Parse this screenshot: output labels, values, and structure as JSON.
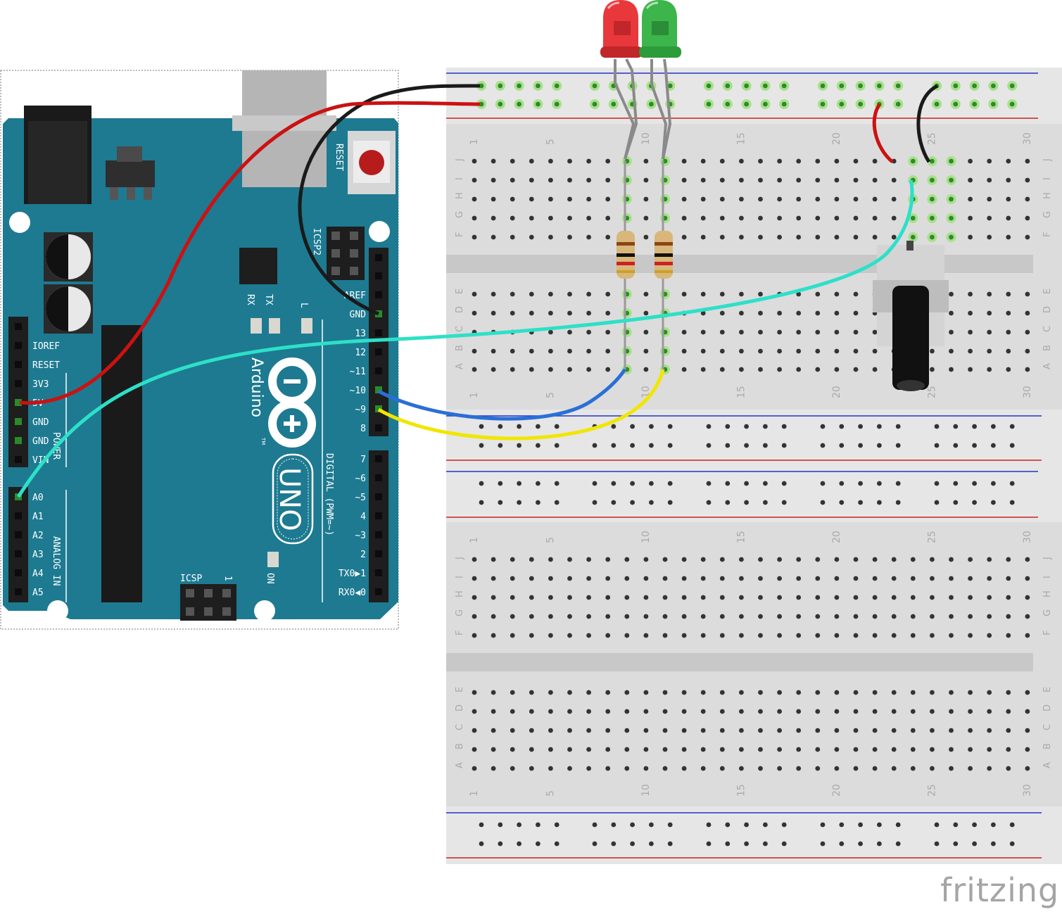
{
  "arduino": {
    "reset_label": "RESET",
    "icsp2_label": "ICSP2",
    "icsp_label": "ICSP",
    "icsp_pin1": "1",
    "rx_label": "RX",
    "tx_label": "TX",
    "l_label": "L",
    "on_label": "ON",
    "brand": "Arduino",
    "tm": "TM",
    "model": "UNO",
    "digital_label": "DIGITAL (PWM=~)",
    "power_label": "POWER",
    "analog_label": "ANALOG IN",
    "power_pins": [
      "IOREF",
      "RESET",
      "3V3",
      "5V",
      "GND",
      "GND",
      "VIN"
    ],
    "analog_pins": [
      "A0",
      "A1",
      "A2",
      "A3",
      "A4",
      "A5"
    ],
    "digital_pins_top": [
      "AREF",
      "GND",
      "13",
      "12",
      "~11",
      "~10",
      "~9",
      "8"
    ],
    "digital_pins_bottom": [
      "7",
      "~6",
      "~5",
      "4",
      "~3",
      "2",
      "TX0▶1",
      "RX0◀0"
    ]
  },
  "breadboard": {
    "column_numbers": [
      "1",
      "5",
      "10",
      "15",
      "20",
      "25",
      "30"
    ],
    "rows_top": [
      "J",
      "I",
      "H",
      "G",
      "F"
    ],
    "rows_bottom": [
      "E",
      "D",
      "C",
      "B",
      "A"
    ]
  },
  "components": {
    "led_red_color": "#e8383b",
    "led_green_color": "#3cb54a",
    "wire_red": "#cc1111",
    "wire_black": "#1a1a1a",
    "wire_blue": "#2a6fd6",
    "wire_yellow": "#f1e600",
    "wire_cyan": "#2de0c8"
  },
  "logo": "fritzing"
}
